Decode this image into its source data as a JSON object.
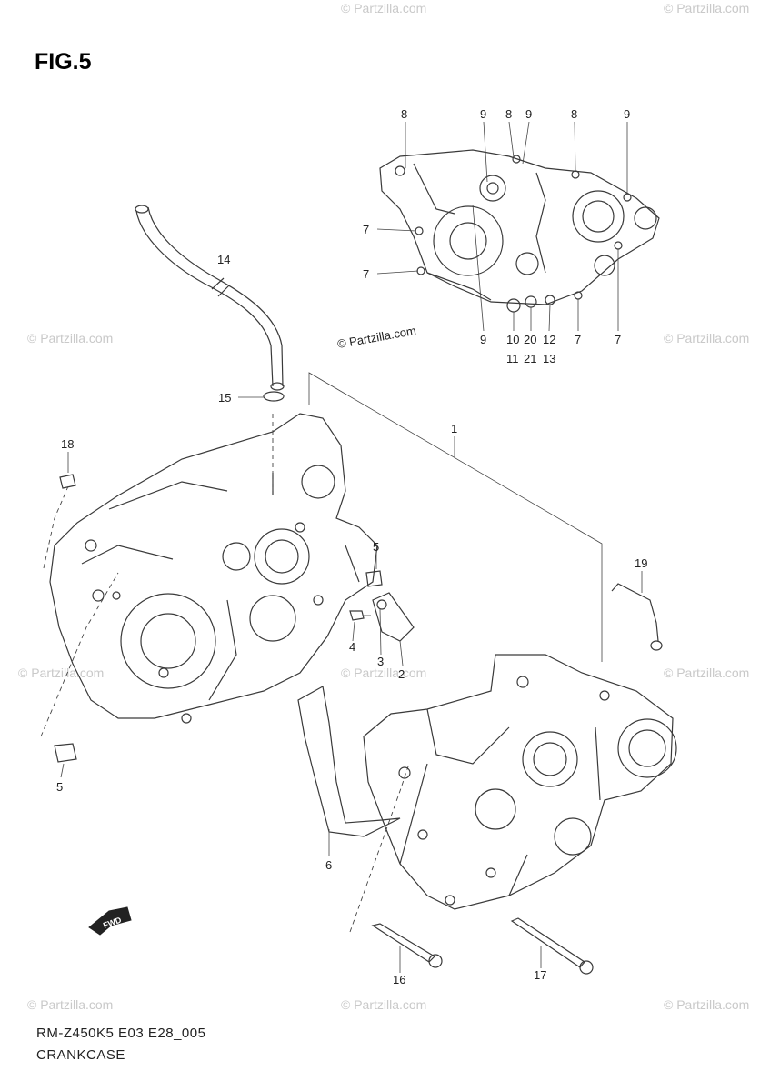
{
  "figure": {
    "title": "FIG.5",
    "model_code": "RM-Z450K5 E03 E28_005",
    "caption": "CRANKCASE",
    "copyright": "© Partzilla.com",
    "watermark": "© Partzilla.com"
  },
  "callouts": {
    "top_8a": "8",
    "top_9a": "9",
    "top_8b": "8",
    "top_9b": "9",
    "top_8c": "8",
    "top_9c": "9",
    "left_7a": "7",
    "left_7b": "7",
    "bot_9": "9",
    "bot_10": "10",
    "bot_11": "11",
    "bot_20": "20",
    "bot_21": "21",
    "bot_12": "12",
    "bot_13": "13",
    "bot_7a": "7",
    "bot_7b": "7",
    "p1": "1",
    "p2": "2",
    "p3": "3",
    "p4": "4",
    "p5a": "5",
    "p5b": "5",
    "p6": "6",
    "p14": "14",
    "p15": "15",
    "p16": "16",
    "p17": "17",
    "p18": "18",
    "p19": "19",
    "fwd": "FWD"
  }
}
